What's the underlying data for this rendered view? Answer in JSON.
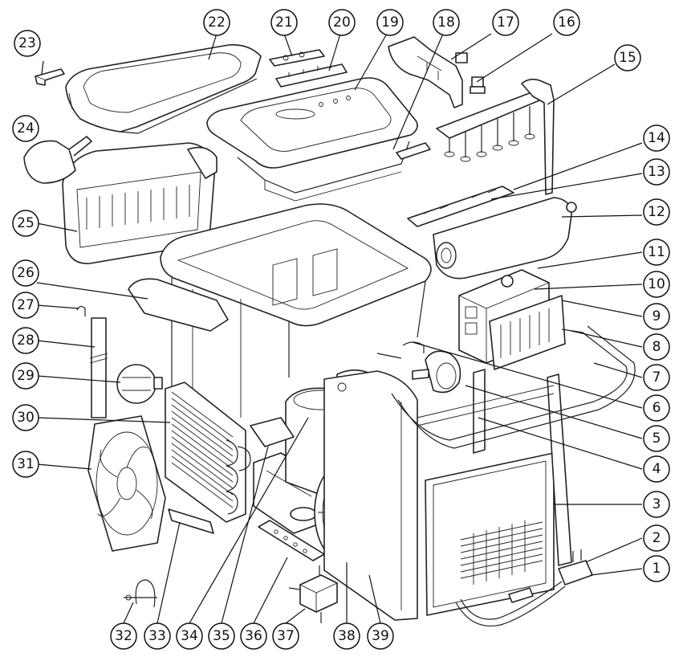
{
  "callouts": [
    "1",
    "2",
    "3",
    "4",
    "5",
    "6",
    "7",
    "8",
    "9",
    "10",
    "11",
    "12",
    "13",
    "14",
    "15",
    "16",
    "17",
    "18",
    "19",
    "20",
    "21",
    "22",
    "23",
    "24",
    "25",
    "26",
    "27",
    "28",
    "29",
    "30",
    "31",
    "32",
    "33",
    "34",
    "35",
    "36",
    "37",
    "38",
    "39"
  ]
}
